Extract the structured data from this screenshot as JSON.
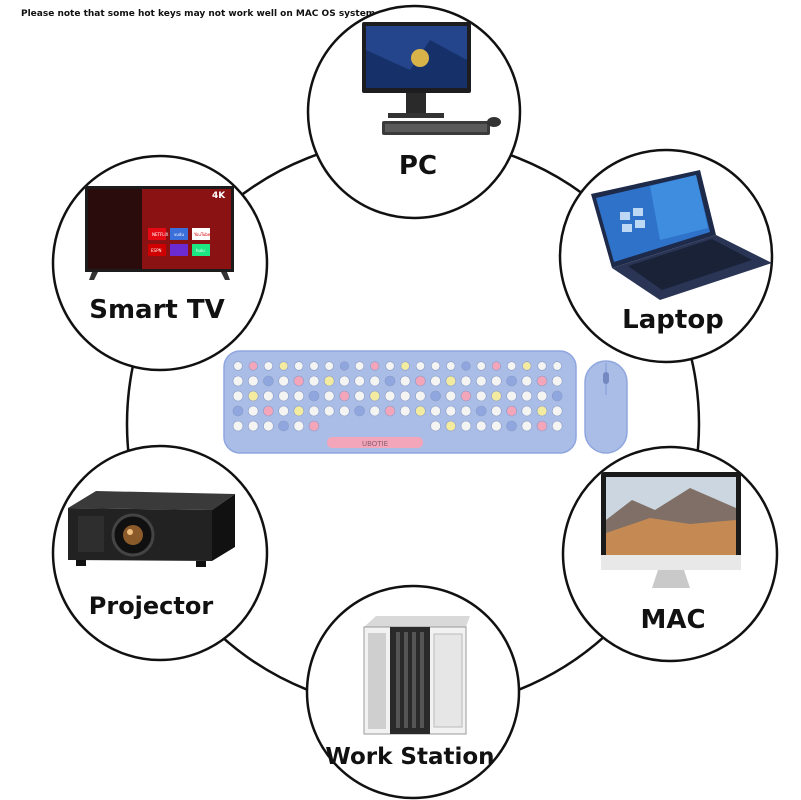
{
  "notice": "Please note that some hot keys may not work well on MAC OS system.",
  "devices": [
    {
      "id": "pc",
      "label": "PC"
    },
    {
      "id": "laptop",
      "label": "Laptop"
    },
    {
      "id": "mac",
      "label": "MAC"
    },
    {
      "id": "work-station",
      "label": "Work Station"
    },
    {
      "id": "projector",
      "label": "Projector"
    },
    {
      "id": "smart-tv",
      "label": "Smart TV"
    }
  ],
  "tv_apps": [
    "NETFLIX",
    "vudu",
    "YouTube",
    "ESPN",
    "hulu"
  ],
  "tv_badge": "4K",
  "keyboard_brand": "UBOTIE",
  "colors": {
    "keyboard_body": "#a9bde6",
    "key_white": "#f4f4f2",
    "key_blue": "#8fa6de",
    "key_pink": "#f3a5ba",
    "key_yellow": "#f3eba0",
    "ring": "#111111"
  }
}
